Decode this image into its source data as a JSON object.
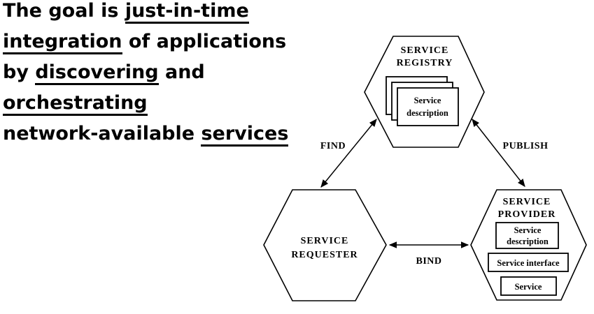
{
  "colors": {
    "ink": "#000000",
    "background": "#ffffff"
  },
  "headline": {
    "line1_plain": "The goal is ",
    "line1_underlined": "just-in-time",
    "line2_underlined": "integration",
    "line2_plain": " of applications",
    "line3_plain_a": "by ",
    "line3_underlined": "discovering",
    "line3_plain_b": " and",
    "line4_underlined": "orchestrating",
    "line5_plain": "network-available ",
    "line5_underlined": "services"
  },
  "diagram": {
    "registry": {
      "title_line1": "SERVICE",
      "title_line2": "REGISTRY",
      "card_line1": "Service",
      "card_line2": "description"
    },
    "requester": {
      "title_line1": "SERVICE",
      "title_line2": "REQUESTER"
    },
    "provider": {
      "title_line1": "SERVICE",
      "title_line2": "PROVIDER",
      "description_box_line1": "Service",
      "description_box_line2": "description",
      "interface_box_label": "Service interface",
      "service_box_label": "Service"
    },
    "arrows": {
      "find_label": "FIND",
      "publish_label": "PUBLISH",
      "bind_label": "BIND"
    }
  }
}
